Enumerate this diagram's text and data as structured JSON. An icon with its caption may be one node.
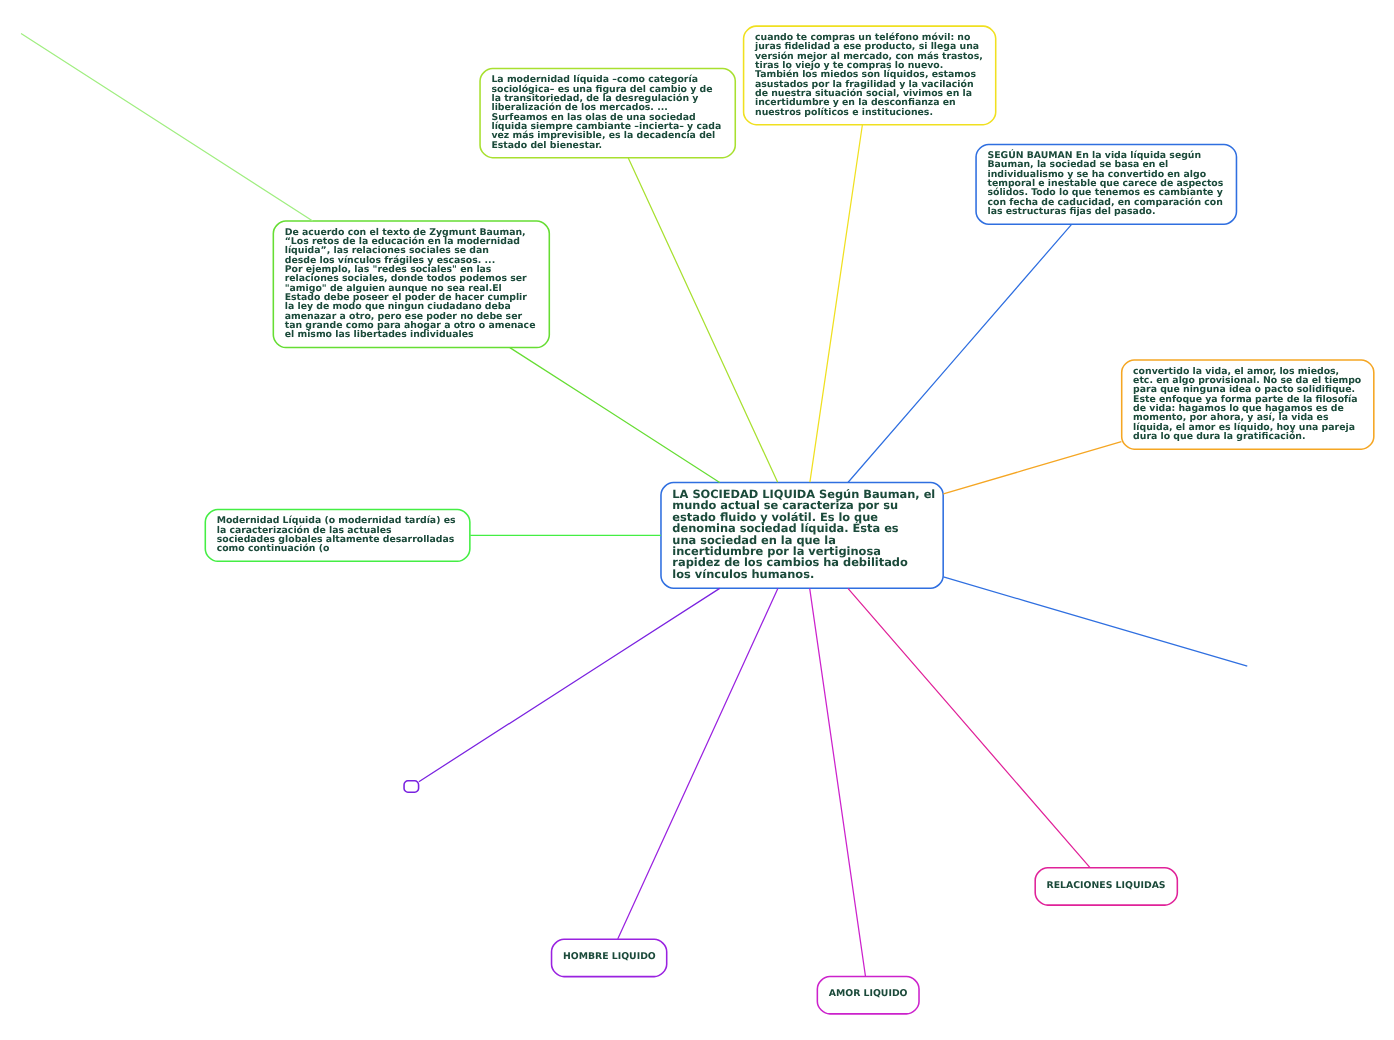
{
  "diagram": {
    "nodes": [
      {
        "text": [
          "LA SOCIEDAD LIQUIDA Según Bauman, el mundo actual se caracteriza por su estado fluido y volátil. Es lo que denomina sociedad líquida. Ésta es una sociedad en la que la incertidumbre por la vertiginosa rapidez de los cambios ha debilitado los vínculos humanos."
        ]
      },
      {
        "text": [
          "convertido la vida, el amor, los miedos, etc. en algo provisional. No se da el tiempo para que ninguna idea o pacto solidifique. Este enfoque ya forma parte de la filosofía de vida: hagamos lo que hagamos es de momento, por ahora, y así, la vida es líquida, el amor es líquido, hoy una pareja dura lo que dura la gratificación."
        ]
      },
      {
        "text": [
          "SEGÚN BAUMAN En la vida líquida según Bauman, la sociedad se basa en el individualismo y se ha convertido en algo temporal e inestable que carece de aspectos sólidos. Todo lo que tenemos es cambiante y con fecha de caducidad, en comparación con las estructuras fijas del pasado."
        ]
      },
      {
        "text": [
          "cuando te compras un teléfono móvil: no juras fidelidad a ese producto, si llega una versión mejor al mercado, con más trastos, tiras lo viejo y te compras lo nuevo. También los miedos son líquidos, estamos asustados por la fragilidad y la vacilación de nuestra situación social, vivimos en la incertidumbre y en la desconfianza en nuestros políticos e instituciones."
        ]
      },
      {
        "text": [
          "La modernidad líquida –como categoría sociológica– es una figura del cambio y de la transitoriedad, de la desregulación y liberalización de los mercados. ... Surfeamos en las olas de una sociedad líquida siempre cambiante –incierta– y cada vez más imprevisible, es la decadencia del Estado del bienestar."
        ]
      },
      {
        "text": [
          "De acuerdo con el texto de Zygmunt Bauman, “Los retos de la educación en la modernidad líquida”, las relaciones sociales se dan desde los vínculos frágiles y escasos. ... Por ejemplo, las \"redes sociales\" en las relaciones sociales, donde todos podemos ser \"amigo\" de alguien aunque no sea real.El Estado debe poseer el poder de hacer cumplir la ley de modo que ningun ciudadano deba amenazar a otro, pero ese poder no debe ser tan grande como para ahogar a otro o amenace el mismo las libertades individuales"
        ]
      },
      {
        "text": [
          "Modernidad Líquida (o modernidad tardía) es la caracterización de las actuales sociedades globales altamente desarrolladas como continuación (o"
        ]
      },
      {
        "text": [],
        "shape": "box"
      },
      {
        "text": [
          "HOMBRE LIQUIDO"
        ]
      },
      {
        "text": [
          "AMOR LIQUIDO"
        ]
      },
      {
        "text": [
          "RELACIONES LIQUIDAS"
        ]
      }
    ],
    "edges": [
      {
        "from": 0,
        "to": 1,
        "arrow": "none",
        "color": "#f5a623"
      },
      {
        "from": 0,
        "to": 2,
        "arrow": "none",
        "color": "#2f6fe0"
      },
      {
        "from": 0,
        "to": null,
        "arrow": "none",
        "color": "#2f6fe0"
      },
      {
        "from": 0,
        "to": 3,
        "arrow": "none",
        "color": "#f0e020"
      },
      {
        "from": 0,
        "to": 4,
        "arrow": "none",
        "color": "#a8e030"
      },
      {
        "from": 0,
        "to": 5,
        "arrow": "none",
        "color": "#66dd33"
      },
      {
        "from": 5,
        "to": null,
        "arrow": "none",
        "color": "#a0ee80"
      },
      {
        "from": 0,
        "to": 6,
        "arrow": "none",
        "color": "#44ee44"
      },
      {
        "from": 0,
        "to": 7,
        "arrow": "none",
        "color": "#7a22e0"
      },
      {
        "from": 0,
        "to": 8,
        "arrow": "none",
        "color": "#9a22e0"
      },
      {
        "from": 0,
        "to": 9,
        "arrow": "none",
        "color": "#cc22cc"
      },
      {
        "from": 0,
        "to": 10,
        "arrow": "none",
        "color": "#e02299"
      }
    ]
  }
}
